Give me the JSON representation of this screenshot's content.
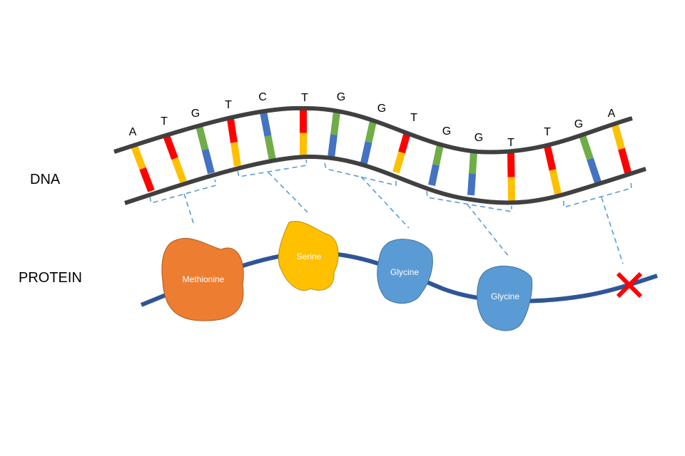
{
  "labels": {
    "dna": "DNA",
    "protein": "PROTEIN"
  },
  "bases": [
    "A",
    "T",
    "G",
    "T",
    "C",
    "T",
    "G",
    "G",
    "T",
    "G",
    "G",
    "T",
    "T",
    "G",
    "A"
  ],
  "base_colors": {
    "A": "#ffc000",
    "T": "#ff0000",
    "G": "#70ad47",
    "C": "#4472c4"
  },
  "complement": {
    "A": "T",
    "T": "A",
    "G": "C",
    "C": "G"
  },
  "amino_acids": [
    {
      "name": "Methionine",
      "color": "#ed7d31"
    },
    {
      "name": "Serine",
      "color": "#ffc000"
    },
    {
      "name": "Glycine",
      "color": "#5b9bd5"
    },
    {
      "name": "Glycine",
      "color": "#5b9bd5"
    }
  ],
  "stop_marker": "stop-x",
  "colors": {
    "strand": "#404040",
    "protein_chain": "#2f5597",
    "connector": "#5b9bd5",
    "stop": "#ff0000"
  }
}
